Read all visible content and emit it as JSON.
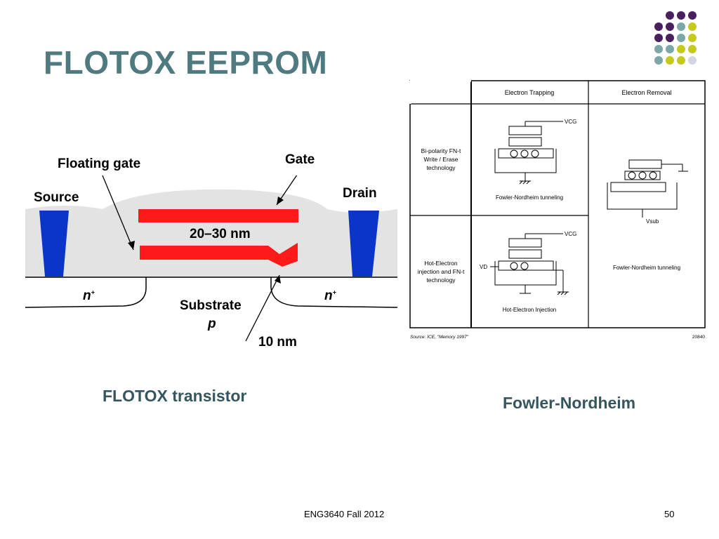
{
  "slide": {
    "title": "FLOTOX EEPROM",
    "footer": "ENG3640 Fall 2012",
    "page_number": "50",
    "accent_colors": [
      "#4a1f5e",
      "#7ea6a8",
      "#c5c91e",
      "#d3d6e0"
    ]
  },
  "transistor": {
    "caption": "FLOTOX transistor",
    "labels": {
      "floating_gate": "Floating gate",
      "gate": "Gate",
      "source": "Source",
      "drain": "Drain",
      "gap": "20–30 nm",
      "oxide": "10 nm",
      "substrate": "Substrate",
      "substrate_type": "p",
      "n_left": "n",
      "n_right": "n"
    },
    "colors": {
      "gate": "#ff1a1a",
      "contacts": "#0a35c8",
      "oxide": "#e3e3e3"
    }
  },
  "fn_table": {
    "caption": "Fowler-Nordheim",
    "headers": [
      "Electron Trapping",
      "Electron Removal"
    ],
    "rows": [
      {
        "label": "Bi-polarity FN-t\nWrite / Erase\ntechnology",
        "trapping_caption": "Fowler-Nordheim tunneling"
      },
      {
        "label": "Hot-Electron\ninjection and FN-t\ntechnology",
        "trapping_caption": "Hot-Electron Injection"
      }
    ],
    "removal_caption": "Fowler-Nordheim tunneling",
    "vcg_label": "VCG",
    "vd_label": "VD",
    "vsub_label": "Vsub",
    "source_note": "Source: ICE, \"Memory 1997\"",
    "figure_id": "20840"
  }
}
